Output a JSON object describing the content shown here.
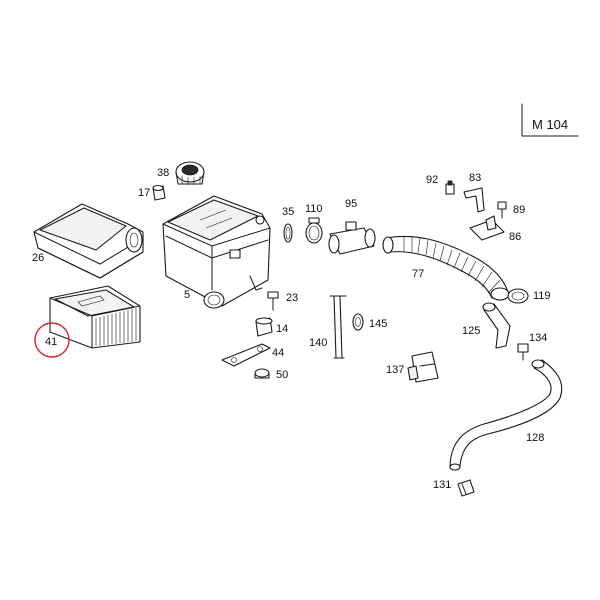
{
  "engine_code": "M 104",
  "highlight_color": "#e0202a",
  "highlighted_part": "41",
  "labels": {
    "p5": "5",
    "p14": "14",
    "p17": "17",
    "p23": "23",
    "p26": "26",
    "p35": "35",
    "p38": "38",
    "p41": "41",
    "p44": "44",
    "p50": "50",
    "p77": "77",
    "p83": "83",
    "p86": "86",
    "p89": "89",
    "p92": "92",
    "p95": "95",
    "p110": "110",
    "p119": "119",
    "p125": "125",
    "p128": "128",
    "p131": "131",
    "p134": "134",
    "p137": "137",
    "p140": "140",
    "p145": "145"
  }
}
